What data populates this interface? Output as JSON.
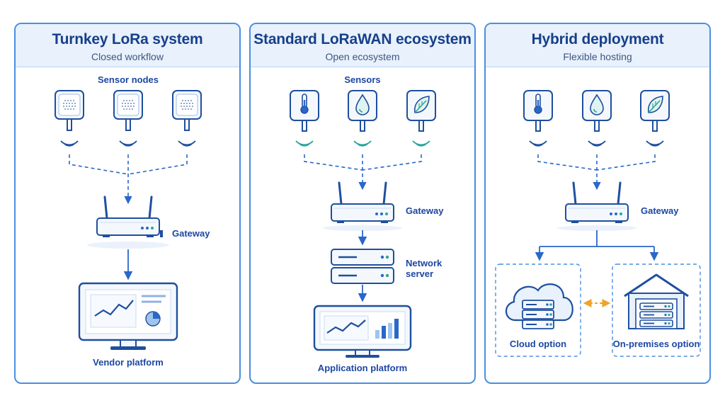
{
  "panels": [
    {
      "title": "Turnkey LoRa system",
      "subtitle": "Closed workflow",
      "sensors_label": "Sensor nodes",
      "gateway_label": "Gateway",
      "platform_label": "Vendor platform"
    },
    {
      "title": "Standard LoRaWAN ecosystem",
      "subtitle": "Open ecosystem",
      "sensors_label": "Sensors",
      "gateway_label": "Gateway",
      "network_server_label": "Network\nserver",
      "platform_label": "Application platform"
    },
    {
      "title": "Hybrid deployment",
      "subtitle": "Flexible hosting",
      "gateway_label": "Gateway",
      "cloud_label": "Cloud option",
      "onprem_label": "On-premises option"
    }
  ],
  "sensor_icons_panel2": [
    "thermometer-icon",
    "water-drop-icon",
    "leaf-icon"
  ],
  "sensor_icons_panel3": [
    "thermometer-icon",
    "water-drop-icon",
    "leaf-icon"
  ],
  "colors": {
    "border": "#4a8fe0",
    "title": "#173f8a",
    "accent": "#1d47a3",
    "teal": "#2aa59a",
    "orange": "#f0a32a"
  }
}
